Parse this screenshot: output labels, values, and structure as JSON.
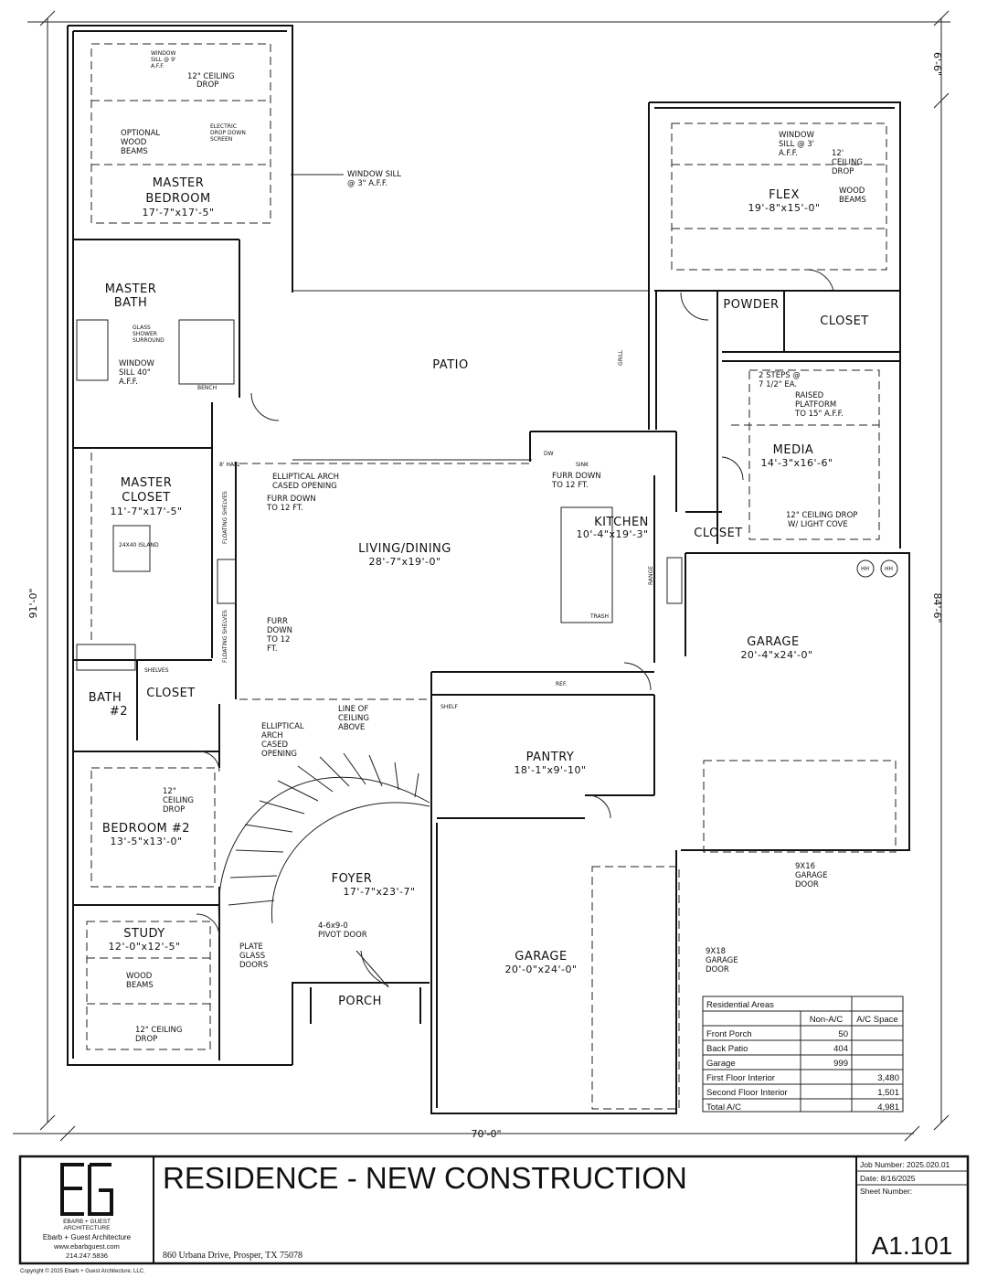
{
  "rooms": {
    "master_bedroom": [
      "MASTER",
      "BEDROOM",
      "17'-7\"x17'-5\""
    ],
    "master_bath": [
      "MASTER",
      "BATH"
    ],
    "master_closet": [
      "MASTER",
      "CLOSET",
      "11'-7\"x17'-5\""
    ],
    "bath2": [
      "BATH",
      "#2"
    ],
    "closet_bath": "CLOSET",
    "bedroom2": [
      "BEDROOM #2",
      "13'-5\"x13'-0\""
    ],
    "study": [
      "STUDY",
      "12'-0\"x12'-5\""
    ],
    "patio": "PATIO",
    "living": [
      "LIVING/DINING",
      "28'-7\"x19'-0\""
    ],
    "kitchen": [
      "KITCHEN",
      "10'-4\"x19'-3\""
    ],
    "pantry": [
      "PANTRY",
      "18'-1\"x9'-10\""
    ],
    "foyer": [
      "FOYER",
      "17'-7\"x23'-7\""
    ],
    "porch": "PORCH",
    "garage_right": [
      "GARAGE",
      "20'-4\"x24'-0\""
    ],
    "garage_left": [
      "GARAGE",
      "20'-0\"x24'-0\""
    ],
    "flex": [
      "FLEX",
      "19'-8\"x15'-0\""
    ],
    "powder": "POWDER",
    "closet_flex": "CLOSET",
    "media": [
      "MEDIA",
      "14'-3\"x16'-6\""
    ],
    "closet_media": "CLOSET"
  },
  "notes": {
    "window_sill_9": [
      "WINDOW",
      "SILL @ 9'",
      "A.F.F."
    ],
    "ceiling_drop_master": [
      "12\" CEILING",
      "DROP"
    ],
    "optional_beams": [
      "OPTIONAL",
      "WOOD",
      "BEAMS"
    ],
    "electric_screen": [
      "ELECTRIC",
      "DROP DOWN",
      "SCREEN"
    ],
    "window_sill_3_master": [
      "WINDOW SILL",
      "@ 3\" A.F.F."
    ],
    "glass_shower": [
      "GLASS",
      "SHOWER",
      "SURROUND"
    ],
    "window_sill_40": [
      "WINDOW",
      "SILL 40\"",
      "A.F.F."
    ],
    "bench": "BENCH",
    "floating_shelves": "FLOATING SHELVES",
    "elliptical_arch_1": [
      "ELLIPTICAL ARCH",
      "CASED OPENING"
    ],
    "furr_down_living": [
      "FURR DOWN",
      "TO 12 FT."
    ],
    "furr_down_living2": [
      "FURR",
      "DOWN",
      "TO 12",
      "FT."
    ],
    "line_of_ceiling": [
      "LINE OF",
      "CEILING",
      "ABOVE"
    ],
    "elliptical_arch_2": [
      "ELLIPTICAL",
      "ARCH",
      "CASED",
      "OPENING"
    ],
    "furr_down_kitchen": [
      "FURR DOWN",
      "TO 12 FT."
    ],
    "ceiling_drop_bed2": [
      "12\"",
      "CEILING",
      "DROP"
    ],
    "wood_beams_study": [
      "WOOD",
      "BEAMS"
    ],
    "ceiling_drop_study": [
      "12\" CEILING",
      "DROP"
    ],
    "plate_glass": [
      "PLATE",
      "GLASS",
      "DOORS"
    ],
    "pivot_door": [
      "4-6x9-0",
      "PIVOT DOOR"
    ],
    "garage_door_9x16": [
      "9X16",
      "GARAGE",
      "DOOR"
    ],
    "garage_door_9x18": [
      "9X18",
      "GARAGE",
      "DOOR"
    ],
    "window_sill_flex": [
      "WINDOW",
      "SILL @ 3'",
      "A.F.F."
    ],
    "ceiling_drop_flex": [
      "12'",
      "CEILING",
      "DROP"
    ],
    "wood_beams_flex": [
      "WOOD",
      "BEAMS"
    ],
    "two_steps": [
      "2 STEPS @",
      "7 1/2\" EA."
    ],
    "raised_platform": [
      "RAISED",
      "PLATFORM",
      "TO 15\" A.F.F."
    ],
    "ceiling_drop_media": [
      "12\" CEILING DROP",
      "W/ LIGHT COVE"
    ],
    "shelves": "SHELVES",
    "shelf": "SHELF",
    "ref": "REF.",
    "sink": "SINK",
    "trash": "TRASH",
    "dw": "DW",
    "range": "RANGE",
    "hall_8": "8' HALL",
    "island": "24X40 ISLAND",
    "grill": "GRILL",
    "hh": "HH"
  },
  "dimensions": {
    "width": "70'-0\"",
    "depth": "91'-0\"",
    "right_top": "6'-6\"",
    "right_main": "84'-6\""
  },
  "areas_table": {
    "title": "Residential Areas",
    "headers": [
      "",
      "Non-A/C",
      "A/C Space"
    ],
    "rows": [
      [
        "Front Porch",
        "50",
        ""
      ],
      [
        "Back Patio",
        "404",
        ""
      ],
      [
        "Garage",
        "999",
        ""
      ],
      [
        "First Floor Interior",
        "",
        "3,480"
      ],
      [
        "Second Floor Interior",
        "",
        "1,501"
      ],
      [
        "Total A/C",
        "",
        "4,981"
      ]
    ]
  },
  "title_block": {
    "firm_lines": [
      "EBARB + GUEST",
      "ARCHITECTURE"
    ],
    "firm_name": "Ebarb + Guest Architecture",
    "website": "www.ebarbguest.com",
    "phone": "214.247.5836",
    "project_title": "RESIDENCE - NEW CONSTRUCTION",
    "address": "860 Urbana Drive, Prosper, TX 75078",
    "job_number": "Job Number: 2025.020.01",
    "date": "Date:  8/16/2025",
    "sheet_label": "Sheet Number:",
    "sheet_number": "A1.101",
    "copyright": "Copyright © 2025 Ebarb + Guest Architecture, LLC."
  }
}
